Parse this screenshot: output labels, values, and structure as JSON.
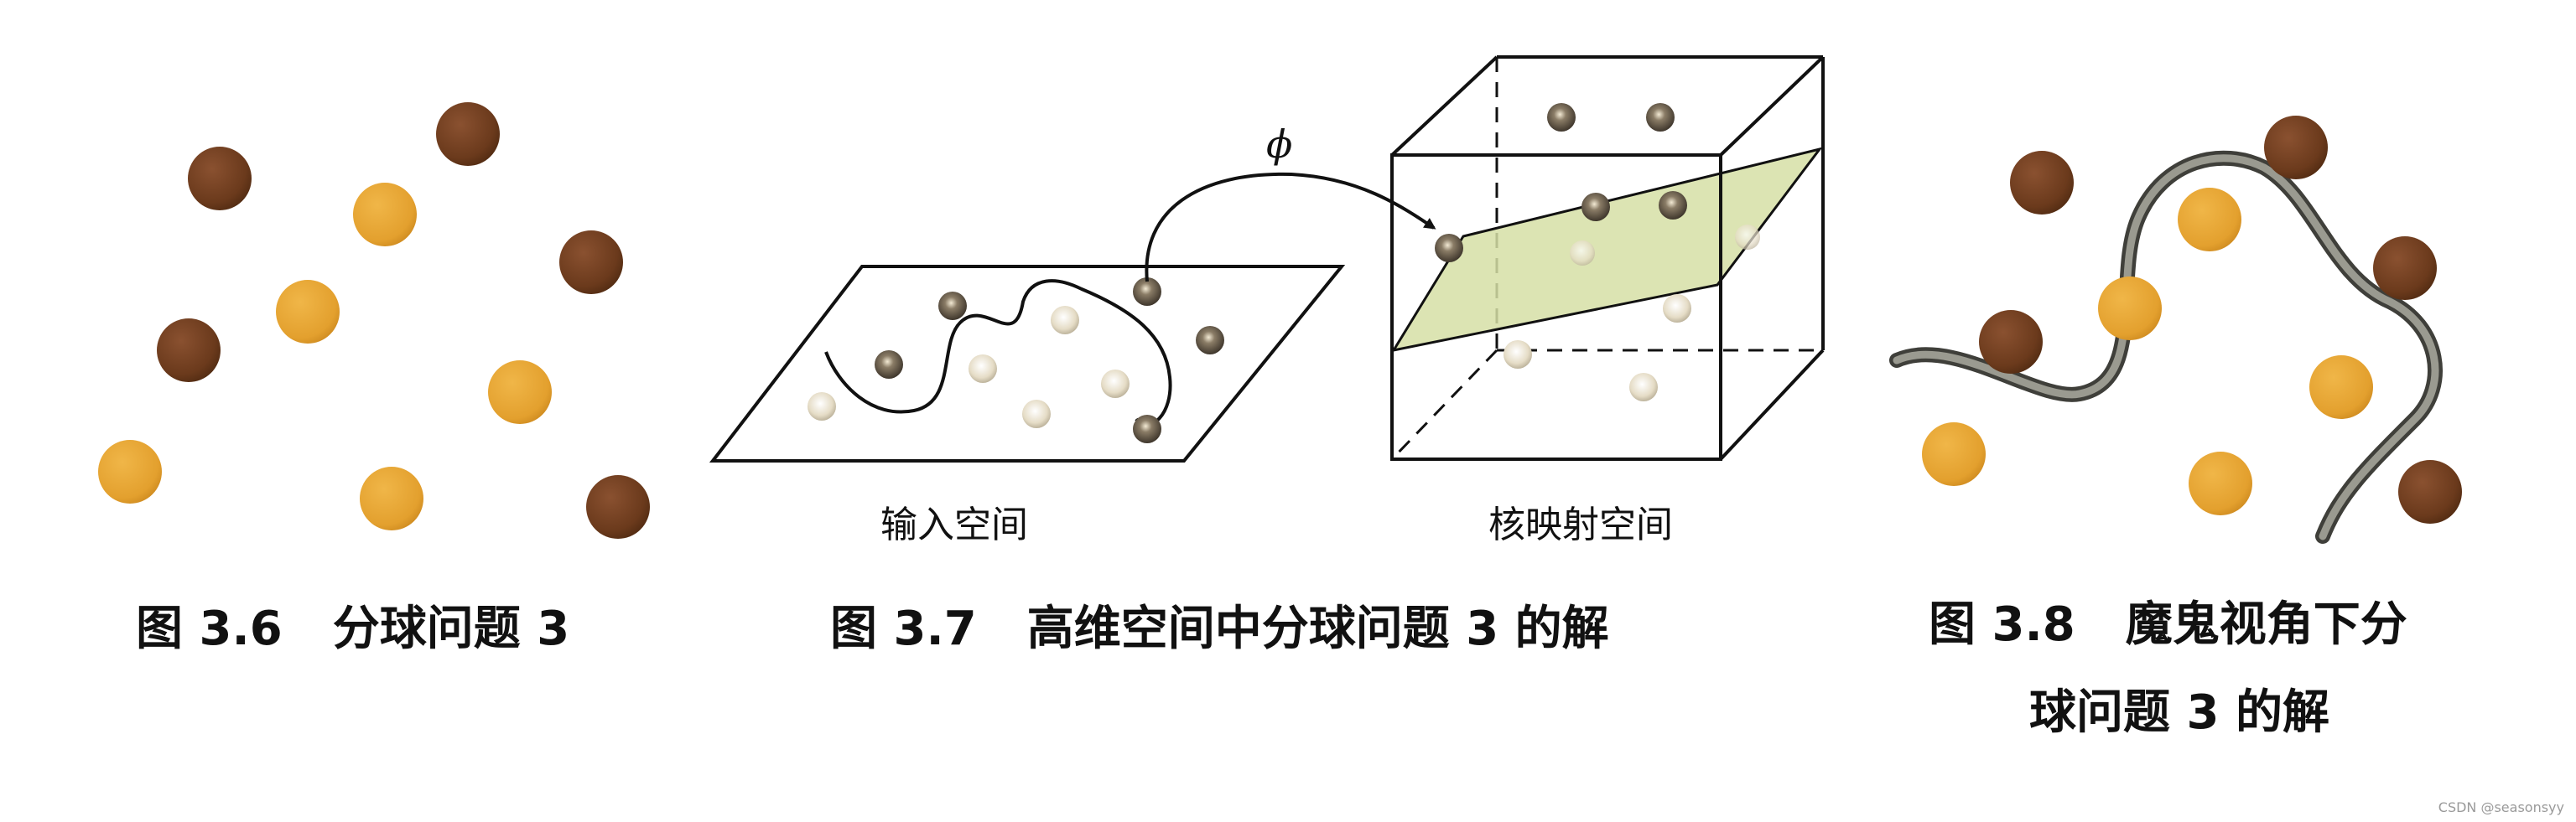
{
  "figures": [
    {
      "number": "图 3.6",
      "title": "分球问题 3"
    },
    {
      "number": "图 3.7",
      "title": "高维空间中分球问题 3 的解",
      "input_space": "输入空间",
      "kernel_space": "核映射空间",
      "mapping_symbol": "ϕ"
    },
    {
      "number": "图 3.8",
      "title_line1": "魔鬼视角下分",
      "title_line2": "球问题 3 的解"
    }
  ],
  "watermark": "CSDN @seasonsyy",
  "colors": {
    "brown_ball": "#6b3a1c",
    "orange_ball": "#e3a02e",
    "dark_ball": "#3b342c",
    "light_ball": "#ddd2b8",
    "separating_plane": "#d6dfa6",
    "curve": "#77776f"
  }
}
